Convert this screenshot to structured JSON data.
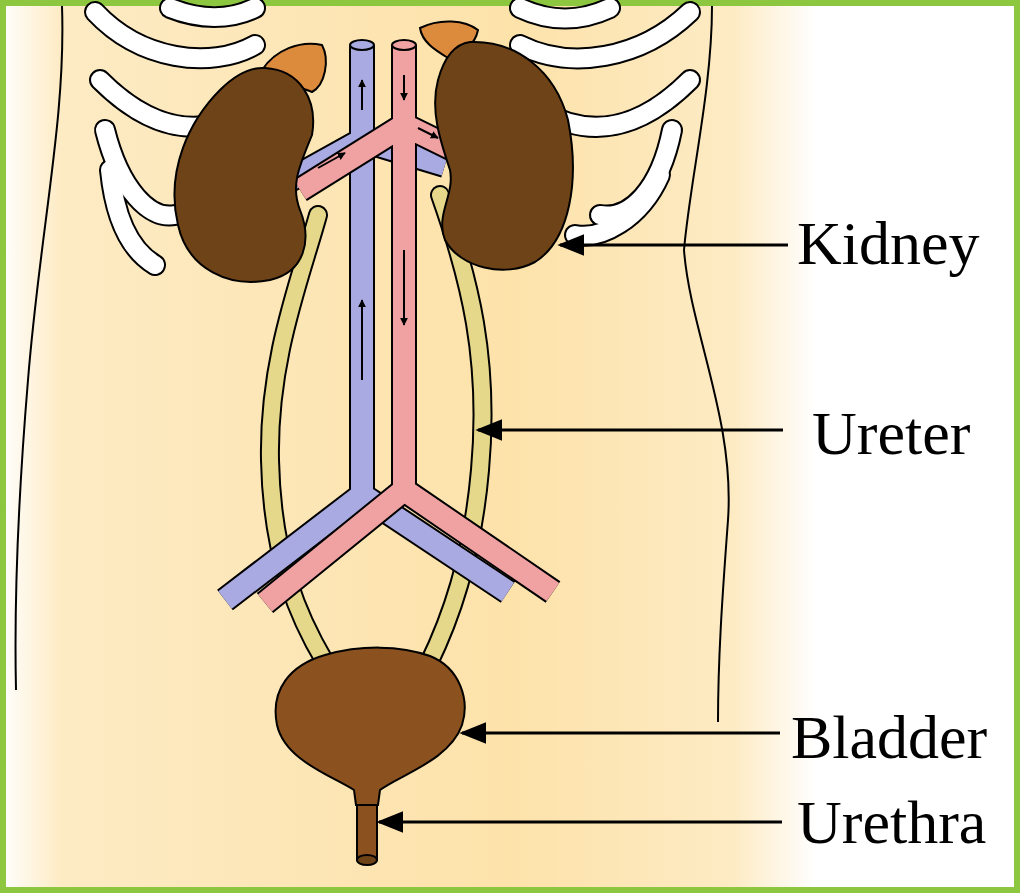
{
  "diagram": {
    "labels": [
      "Kidney",
      "Ureter",
      "Bladder",
      "Urethra"
    ]
  }
}
